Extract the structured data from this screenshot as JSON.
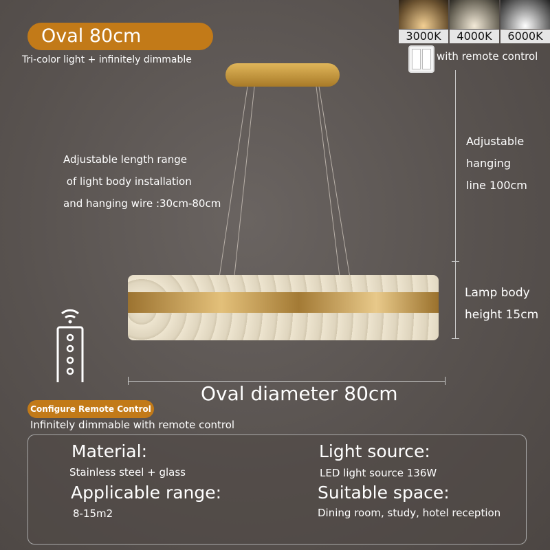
{
  "header": {
    "title": "Oval 80cm",
    "subtitle": "Tri-color light + infinitely dimmable"
  },
  "color_temps": [
    {
      "label": "3000K",
      "color": "#f2cf93"
    },
    {
      "label": "4000K",
      "color": "#f3ead8"
    },
    {
      "label": "6000K",
      "color": "#ffffff"
    }
  ],
  "remote_note": "with remote control",
  "annotations": {
    "length_range": [
      "Adjustable length range",
      " of light body installation",
      "and hanging wire :30cm-80cm"
    ],
    "hanging_line": [
      "Adjustable",
      "hanging",
      "line 100cm"
    ],
    "body_height": [
      "Lamp body",
      "height 15cm"
    ],
    "diameter": "Oval diameter 80cm"
  },
  "remote": {
    "badge": "Configure Remote Control",
    "description": "Infinitely dimmable with remote control"
  },
  "specs": {
    "material_label": "Material:",
    "material_value": "Stainless steel + glass",
    "light_source_label": "Light source:",
    "light_source_value": "LED light source 136W",
    "range_label": "Applicable range:",
    "range_value": "8-15m2",
    "space_label": "Suitable space:",
    "space_value": "Dining room, study, hotel reception"
  }
}
